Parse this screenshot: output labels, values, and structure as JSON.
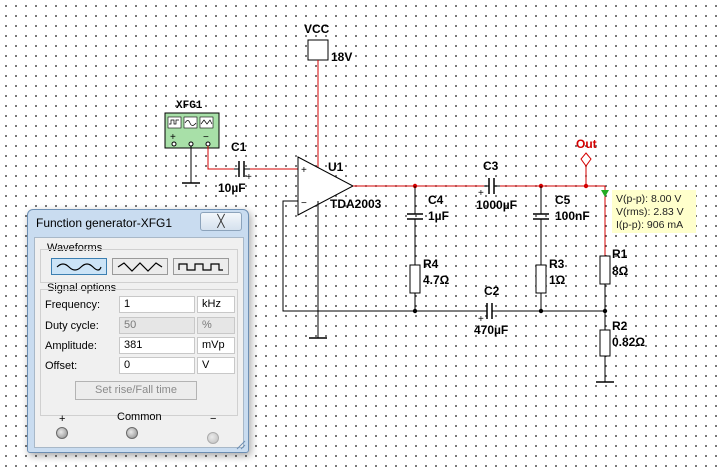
{
  "schematic": {
    "vcc": {
      "label": "VCC",
      "value": "18V"
    },
    "generator_ref": "XFG1",
    "generator_pins": [
      "+",
      "−"
    ],
    "opamp": {
      "ref": "U1",
      "part": "TDA2003",
      "plus": "+",
      "minus": "−"
    },
    "components": [
      {
        "ref": "C1",
        "value": "10µF"
      },
      {
        "ref": "C3",
        "value": "1000µF"
      },
      {
        "ref": "C4",
        "value": "1µF"
      },
      {
        "ref": "C5",
        "value": "100nF"
      },
      {
        "ref": "R4",
        "value": "4.7Ω"
      },
      {
        "ref": "R3",
        "value": "1Ω"
      },
      {
        "ref": "C2",
        "value": "470µF"
      },
      {
        "ref": "R1",
        "value": "8Ω"
      },
      {
        "ref": "R2",
        "value": "0.82Ω"
      }
    ],
    "probe_label": "Out",
    "probe_readout": [
      "V(p-p): 8.00 V",
      "V(rms): 2.83 V",
      "I(p-p): 906 mA"
    ]
  },
  "function_generator": {
    "title": "Function generator-XFG1",
    "close_symbol": "╳",
    "waveforms_title": "Waveforms",
    "waveforms": [
      "sine-wave-icon",
      "triangle-wave-icon",
      "square-wave-icon"
    ],
    "selected_waveform": "sine",
    "signal_options_title": "Signal options",
    "fields": [
      {
        "label": "Frequency:",
        "value": "1",
        "unit": "kHz",
        "enabled": true
      },
      {
        "label": "Duty cycle:",
        "value": "50",
        "unit": "%",
        "enabled": false
      },
      {
        "label": "Amplitude:",
        "value": "381",
        "unit": "mVp",
        "enabled": true
      },
      {
        "label": "Offset:",
        "value": "0",
        "unit": "V",
        "enabled": true
      }
    ],
    "rise_fall_button": "Set rise/Fall time",
    "terminals": {
      "plus": "+",
      "common": "Common",
      "minus": "−"
    }
  },
  "colors": {
    "wire_red": "#d40000",
    "wire_black": "#000000",
    "probe_bg": "#ffffcc",
    "probe_marker": "#22aa22"
  }
}
